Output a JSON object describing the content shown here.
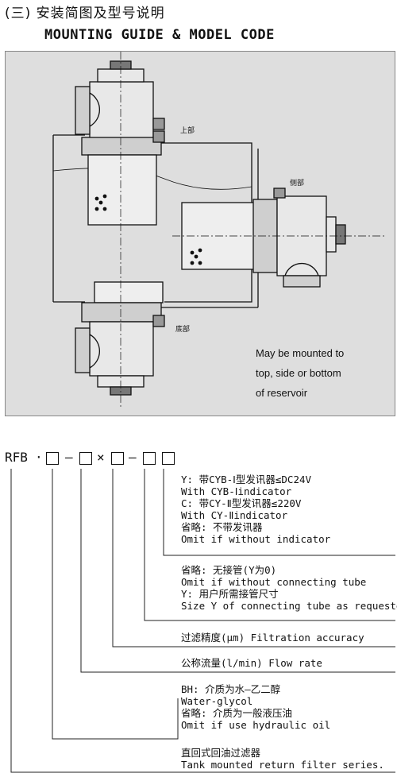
{
  "header": {
    "title_cn": "(三) 安装简图及型号说明",
    "title_en": "MOUNTING GUIDE & MODEL CODE"
  },
  "diagram": {
    "labels": {
      "top": "上部",
      "side": "侧部",
      "bottom": "底部"
    },
    "note": [
      "May be mounted to",
      "top, side or bottom",
      "of reservoir"
    ]
  },
  "model_code": {
    "prefix": "RFB",
    "dot": "·",
    "dash1": "–",
    "times": "×",
    "dash2": "–",
    "blocks": [
      {
        "id": "indicator",
        "lines": [
          "Y: 带CYB-Ⅰ型发讯器≤DC24V",
          "With CYB-Ⅰindicator",
          "C: 带CY-Ⅱ型发讯器≤220V",
          "With CY-Ⅱindicator",
          "省略: 不带发讯器",
          "Omit if without indicator"
        ]
      },
      {
        "id": "tube",
        "lines": [
          "省略: 无接管(Y为0)",
          "Omit if without connecting tube",
          "Y: 用户所需接管尺寸",
          "Size Y of connecting tube as requested"
        ]
      },
      {
        "id": "filtration",
        "lines": [
          "过滤精度(μm) Filtration accuracy"
        ]
      },
      {
        "id": "flow",
        "lines": [
          "公称流量(l/min) Flow rate"
        ]
      },
      {
        "id": "medium",
        "lines": [
          "BH: 介质为水—乙二醇",
          "Water-glycol",
          "省略: 介质为一般液压油",
          "Omit if use hydraulic oil"
        ]
      },
      {
        "id": "series",
        "lines": [
          "直回式回油过滤器",
          "Tank mounted return filter series."
        ]
      }
    ]
  }
}
